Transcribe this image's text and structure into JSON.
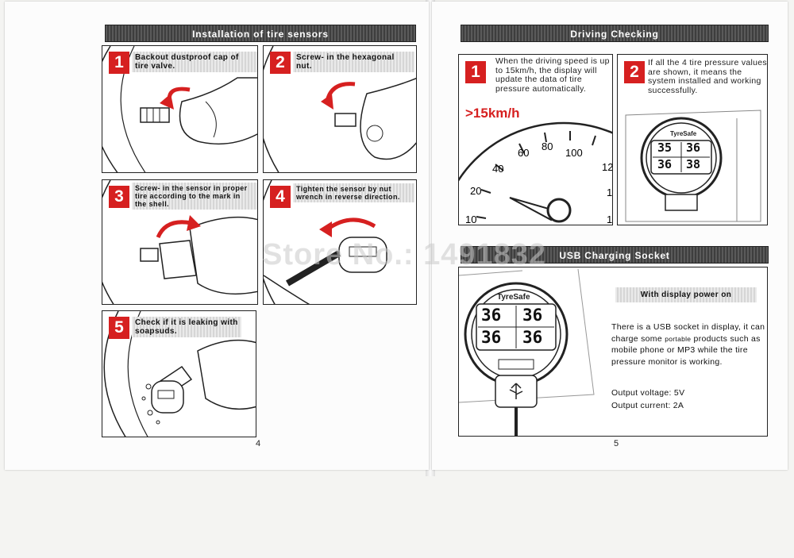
{
  "left_page": {
    "header": "Installation of tire sensors",
    "page_number": "4",
    "steps": [
      {
        "num": "1",
        "caption": "Backout dustproof cap of tire valve."
      },
      {
        "num": "2",
        "caption": "Screw- in the hexagonal nut."
      },
      {
        "num": "3",
        "caption": "Screw- in the sensor in proper tire according to the mark in the shell."
      },
      {
        "num": "4",
        "caption": "Tighten the sensor by nut wrench in reverse direction."
      },
      {
        "num": "5",
        "caption": "Check if it is leaking with soapsuds."
      }
    ]
  },
  "right_page": {
    "header1": "Driving Checking",
    "header2": "USB Charging Socket",
    "page_number": "5",
    "step1": {
      "num": "1",
      "text": "When the driving speed is up to 15km/h, the display will update the data of tire pressure automatically.",
      "speed_label": ">15km/h"
    },
    "step2": {
      "num": "2",
      "text": "If all the 4 tire pressure values are shown, it means the system installed and working successfully."
    },
    "speedo_ticks": [
      "10",
      "20",
      "40",
      "60",
      "80",
      "100",
      "12",
      "1",
      "1"
    ],
    "display_small": {
      "brand": "TyreSafe",
      "values": [
        "35",
        "36",
        "36",
        "38"
      ]
    },
    "display_large": {
      "brand": "TyreSafe",
      "values": [
        "36",
        "36",
        "36",
        "36"
      ]
    },
    "usb": {
      "badge": "With display power on",
      "desc_part1": "There is a USB socket in display, it can charge some ",
      "desc_small": "portable",
      "desc_part2": " products such as mobile phone or MP3 while the tire pressure monitor is working.",
      "voltage": "Output voltage:  5V",
      "current": "Output current:  2A"
    }
  },
  "watermark": "Store No.: 1491832",
  "colors": {
    "accent_red": "#d62020",
    "header_bar": "#4a4a4a"
  }
}
